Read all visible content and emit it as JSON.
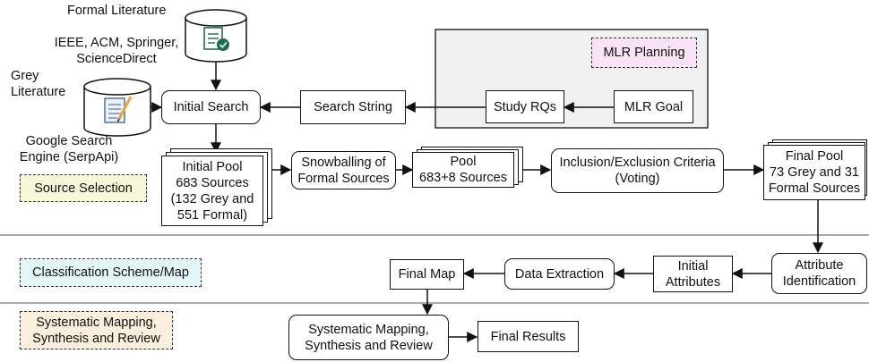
{
  "sources": {
    "formal_title": "Formal Literature",
    "formal_list": "IEEE, ACM, Springer,\nScienceDirect",
    "grey_title": "Grey\nLiterature",
    "grey_engine": "Google Search\nEngine (SerpApi)"
  },
  "planning": {
    "label": "MLR Planning",
    "goal": "MLR Goal",
    "study_rqs": "Study RQs",
    "search_string": "Search String"
  },
  "selection": {
    "label": "Source Selection",
    "initial_search": "Initial Search",
    "initial_pool": "Initial Pool\n683 Sources\n(132 Grey and\n551 Formal)",
    "snowballing": "Snowballing of\nFormal Sources",
    "pool": "Pool\n683+8 Sources",
    "criteria": "Inclusion/Exclusion Criteria\n(Voting)",
    "final_pool": "Final Pool\n73 Grey and 31\nFormal Sources"
  },
  "classification": {
    "label": "Classification Scheme/Map",
    "attribute_identification": "Attribute\nIdentification",
    "initial_attributes": "Initial\nAttributes",
    "data_extraction": "Data Extraction",
    "final_map": "Final Map"
  },
  "synthesis": {
    "label": "Systematic Mapping,\nSynthesis and Review",
    "process": "Systematic Mapping,\nSynthesis and Review",
    "final_results": "Final Results"
  },
  "colors": {
    "planning_panel": "#f0f0f0",
    "planning_tag": "#f8e4f6",
    "selection_tag": "#f7f8d8",
    "classification_tag": "#e3f6f7",
    "synthesis_tag": "#f9efdc",
    "badge_green": "#1f6e4a"
  }
}
